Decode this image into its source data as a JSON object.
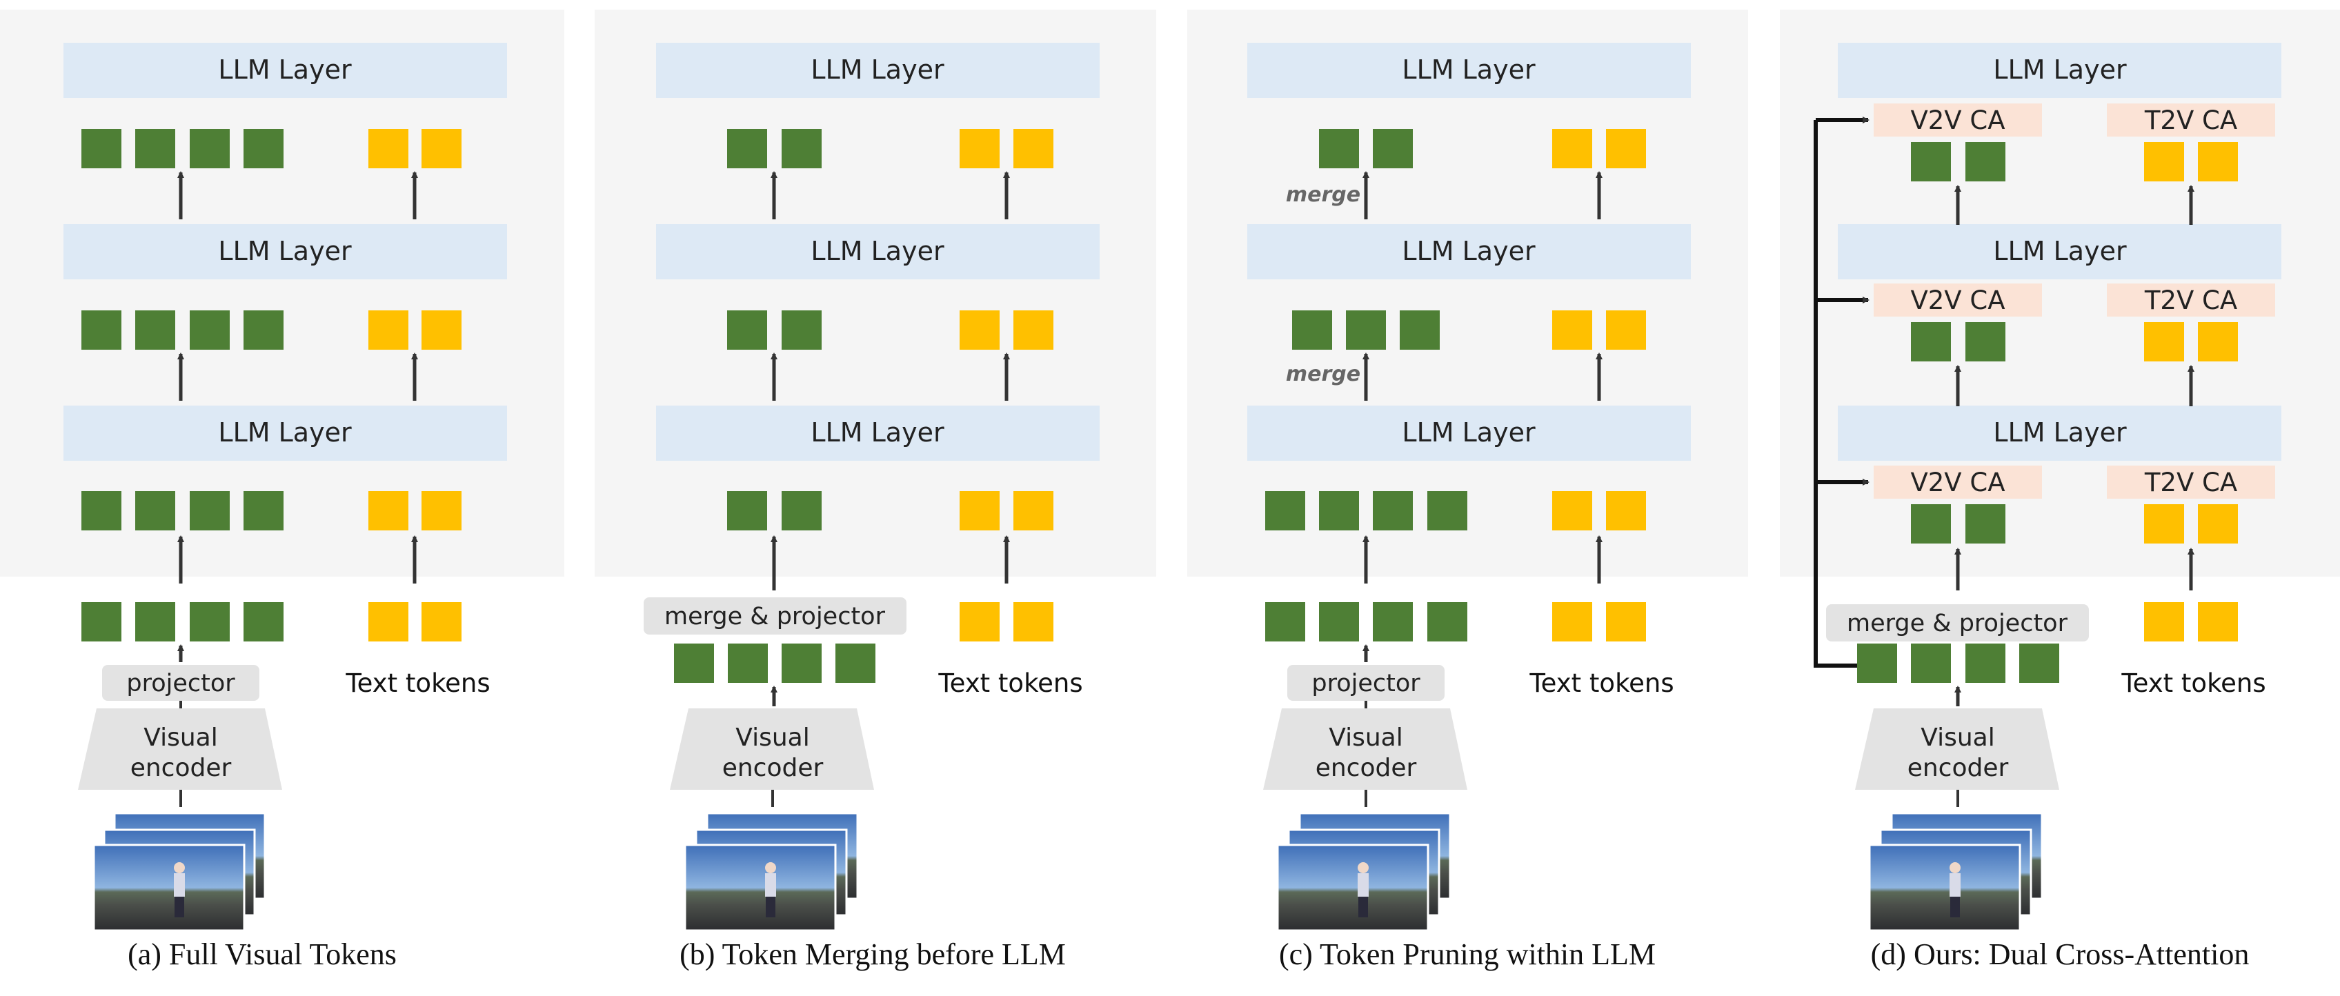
{
  "colors": {
    "panel_bg": "#f5f5f5",
    "llm_layer": "#dde9f5",
    "visual_token": "#4e7f35",
    "text_token": "#ffc000",
    "ca_box": "#fbe3d6",
    "module_box": "#e3e3e3",
    "arrow": "#333333"
  },
  "labels": {
    "llm_layer": "LLM Layer",
    "projector": "projector",
    "merge_projector": "merge & projector",
    "visual_encoder_line1": "Visual",
    "visual_encoder_line2": "encoder",
    "text_tokens": "Text tokens",
    "merge": "merge",
    "v2v_ca": "V2V CA",
    "t2v_ca": "T2V CA"
  },
  "panels": [
    {
      "id": "a",
      "caption": "(a) Full Visual Tokens",
      "visual_token_counts": {
        "input": 4,
        "after_layer_1": 4,
        "after_layer_2": 4,
        "after_layer_3": 4
      },
      "text_token_count": 2
    },
    {
      "id": "b",
      "caption": "(b) Token Merging before LLM",
      "visual_token_counts": {
        "input": 4,
        "after_merge": 2,
        "after_layer_1": 2,
        "after_layer_2": 2
      },
      "text_token_count": 2
    },
    {
      "id": "c",
      "caption": "(c) Token Pruning within LLM",
      "visual_token_counts": {
        "input": 4,
        "after_layer_1": 4,
        "after_layer_2": 3,
        "after_layer_3": 2
      },
      "text_token_count": 2
    },
    {
      "id": "d",
      "caption": "(d) Ours: Dual Cross-Attention",
      "visual_token_counts": {
        "input": 4,
        "after_merge": 2,
        "after_layer_1": 2,
        "after_layer_2": 2
      },
      "text_token_count": 2
    }
  ]
}
